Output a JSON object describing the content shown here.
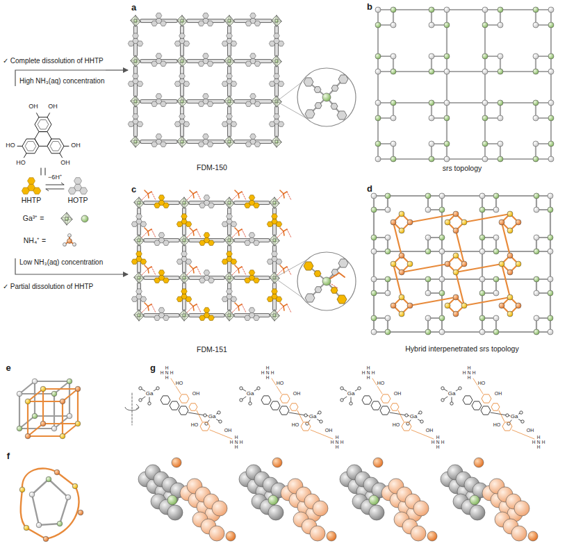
{
  "diagram": {
    "nodes": [
      {
        "text": [
          "✓ Complete dissolution of HHTP",
          "High NH₃(aq) concentration"
        ]
      },
      {
        "text": [
          "a",
          "FDM-150"
        ]
      },
      {
        "text": [
          "Low NH₃(aq) concentration",
          "✓ Partial dissolution of HHTP"
        ]
      },
      {
        "text": [
          "c",
          "FDM-151"
        ]
      }
    ],
    "edges": [
      {
        "from": 0,
        "to": 1,
        "arrow": "to"
      },
      {
        "from": 2,
        "to": 3,
        "arrow": "to"
      }
    ],
    "labels": [
      "OH",
      "OH",
      "HO",
      "OH",
      "HO",
      "OH",
      "HHTP",
      "HOTP",
      "−6H⁺",
      "Ga³⁺ =",
      "NH₄⁺ =",
      "b",
      "srs topology",
      "d",
      "Hybrid interpenetrated srs topology",
      "e",
      "f",
      "g",
      "Ga",
      "Ga",
      "HO",
      "OH",
      "HO",
      "OH",
      "H",
      "H",
      "N",
      "H",
      "H",
      "H",
      "H",
      "N",
      "H",
      "H",
      "Ga",
      "Ga",
      "HO",
      "OH",
      "HO",
      "OH",
      "H",
      "H",
      "N",
      "H",
      "H",
      "H",
      "H",
      "N",
      "H",
      "H",
      "Ga",
      "Ga",
      "HO",
      "OH",
      "HO",
      "OH",
      "H",
      "H",
      "N",
      "H",
      "H",
      "H",
      "H",
      "N",
      "H",
      "H",
      "Ga",
      "Ga",
      "HO",
      "OH",
      "HO",
      "OH",
      "H",
      "H",
      "N",
      "H",
      "H",
      "H",
      "H",
      "N",
      "H",
      "H"
    ]
  }
}
